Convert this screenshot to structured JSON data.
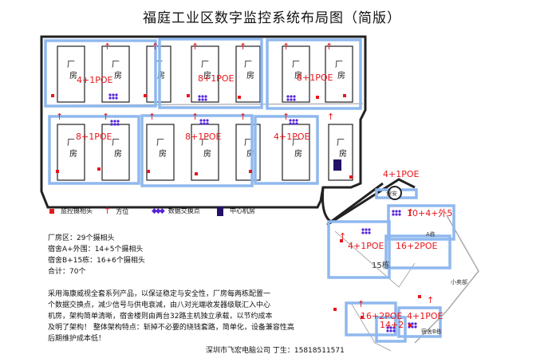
{
  "title": "福庭工业区数字监控系统布局图（简版）",
  "factory_label": "厂房",
  "zones": [
    {
      "id": "z1",
      "label": "4+1POE"
    },
    {
      "id": "z2",
      "label": "8+1POE"
    },
    {
      "id": "z3",
      "label": "8+1POE"
    },
    {
      "id": "z4",
      "label": "8+1POE"
    },
    {
      "id": "z5",
      "label": "8+1POE"
    },
    {
      "id": "z6",
      "label": "4+1POE"
    },
    {
      "id": "z7",
      "label": "4+1POE"
    },
    {
      "id": "z8",
      "label": "10+4+外5"
    },
    {
      "id": "z9",
      "label": "4+1POE"
    },
    {
      "id": "z10",
      "label": "16+2POE"
    },
    {
      "id": "z11",
      "label": "16+2POE"
    },
    {
      "id": "z12",
      "label": "4+1POE"
    },
    {
      "id": "z13",
      "label": "14+2"
    }
  ],
  "map_labels": {
    "guard": "保安",
    "building_a": "A栋",
    "building_15": "15栋",
    "building_b": "宿舍B栋",
    "small_shop": "小卖部"
  },
  "legend": [
    {
      "icon": "camera-icon",
      "label": "监控摄相头",
      "color": "#e8161b"
    },
    {
      "icon": "direction-arrow-icon",
      "label": "方位",
      "color": "#e8161b"
    },
    {
      "icon": "switch-node-icon",
      "label": "数据交换点",
      "color": "#5522dd"
    },
    {
      "icon": "control-room-icon",
      "label": "中心机房",
      "color": "#221166"
    }
  ],
  "stats": [
    "厂房区：29个摄相头",
    "宿舍A+外围：14+5个摄相头",
    "宿舍B+15栋：16+6个摄相头",
    "合计：70个"
  ],
  "description": [
    "采用海康威视全套系列产品，以保证稳定与安全性，厂房每两栋配置一",
    "个数据交换点，减少信号与供电衰减，由八对光端收发器级联汇入中心",
    "机房，架构简单清晰，宿舍楼则由两台32路主机独立承载，以节约成本",
    "及明了架构！ 整体架构特点：斩掉不必要的绕钱套路，简单化，设备兼容性高",
    "后期维护成本低！"
  ],
  "footer": "深圳市飞宏电脑公司 丁生：15818511571",
  "colors": {
    "zone_border": "#8fb8ee",
    "label_red": "#e8161b",
    "switch_purple": "#5522dd",
    "room_navy": "#221166",
    "road": "#222222"
  }
}
